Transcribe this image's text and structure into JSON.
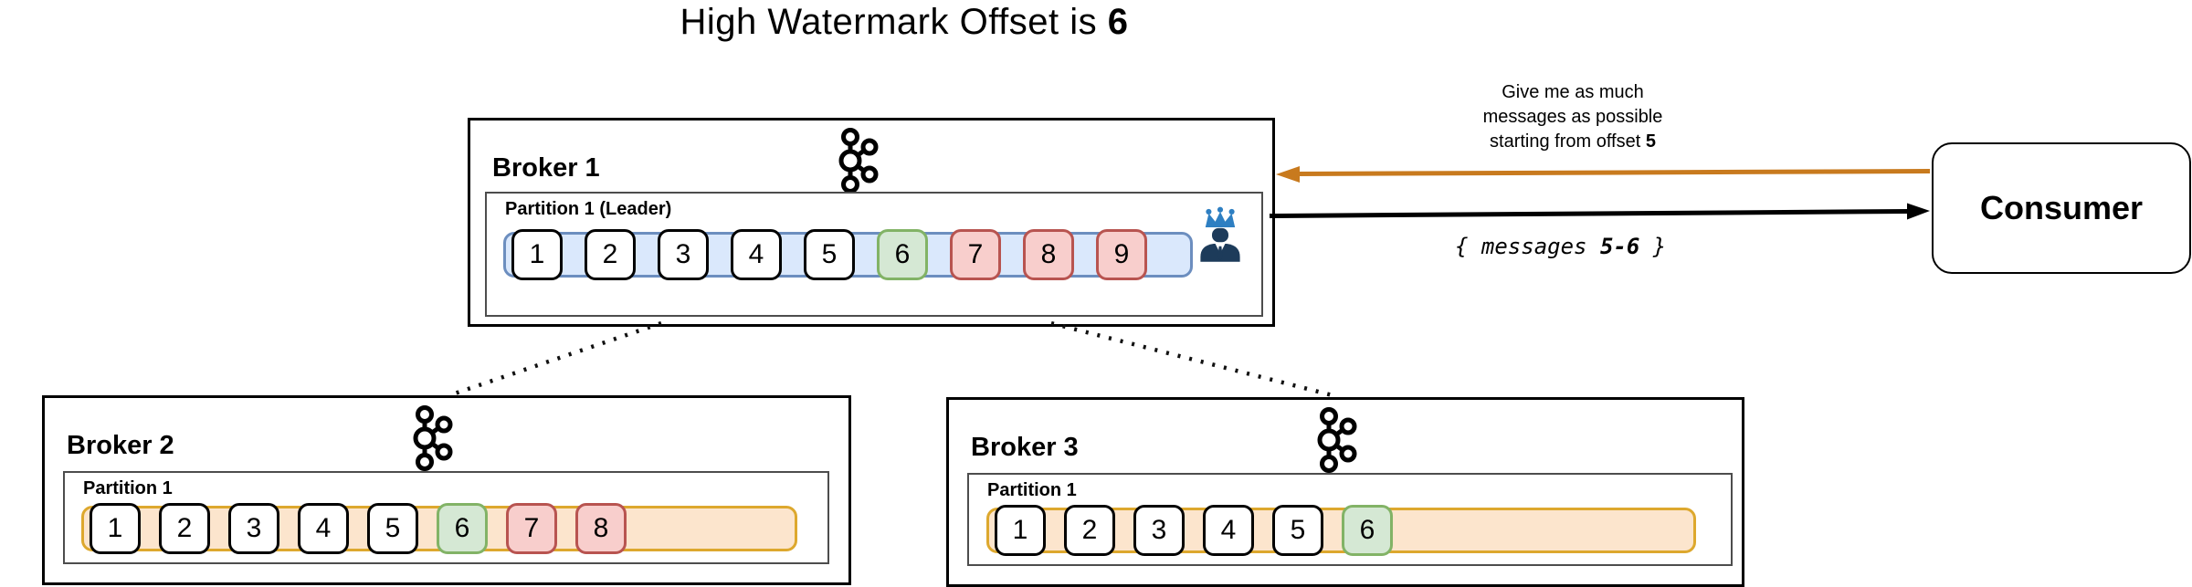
{
  "title": {
    "prefix": "High Watermark Offset is",
    "bold": "6"
  },
  "broker1": {
    "label": "Broker 1",
    "partition_label": "Partition 1 (Leader)",
    "icons": {
      "logo": "kafka-logo",
      "leader": "crowned-leader-person"
    },
    "messages": [
      {
        "value": "1",
        "state": "plain"
      },
      {
        "value": "2",
        "state": "plain"
      },
      {
        "value": "3",
        "state": "plain"
      },
      {
        "value": "4",
        "state": "plain"
      },
      {
        "value": "5",
        "state": "plain"
      },
      {
        "value": "6",
        "state": "high-watermark"
      },
      {
        "value": "7",
        "state": "pending"
      },
      {
        "value": "8",
        "state": "pending"
      },
      {
        "value": "9",
        "state": "pending"
      }
    ]
  },
  "broker2": {
    "label": "Broker 2",
    "partition_label": "Partition 1",
    "icons": {
      "logo": "kafka-logo"
    },
    "messages": [
      {
        "value": "1",
        "state": "plain"
      },
      {
        "value": "2",
        "state": "plain"
      },
      {
        "value": "3",
        "state": "plain"
      },
      {
        "value": "4",
        "state": "plain"
      },
      {
        "value": "5",
        "state": "plain"
      },
      {
        "value": "6",
        "state": "high-watermark"
      },
      {
        "value": "7",
        "state": "pending"
      },
      {
        "value": "8",
        "state": "pending"
      }
    ]
  },
  "broker3": {
    "label": "Broker 3",
    "partition_label": "Partition 1",
    "icons": {
      "logo": "kafka-logo"
    },
    "messages": [
      {
        "value": "1",
        "state": "plain"
      },
      {
        "value": "2",
        "state": "plain"
      },
      {
        "value": "3",
        "state": "plain"
      },
      {
        "value": "4",
        "state": "plain"
      },
      {
        "value": "5",
        "state": "plain"
      },
      {
        "value": "6",
        "state": "high-watermark"
      }
    ]
  },
  "consumer": {
    "label": "Consumer"
  },
  "request_arrow": {
    "line1": "Give me as much",
    "line2": "messages as possible",
    "line3": "starting from offset",
    "line3_bold": "5",
    "color": "#c87a1e"
  },
  "response_arrow": {
    "prefix": "{ messages",
    "bold": "5-6",
    "suffix": "}",
    "color": "#000000"
  },
  "palette": {
    "replicated_fill": "#ffffff",
    "replicated_border": "#000000",
    "high_watermark_fill": "#d5e8d4",
    "high_watermark_border": "#82b366",
    "pending_fill": "#f8cecc",
    "pending_border": "#b85450",
    "leader_strip_fill": "#dae8fc",
    "leader_strip_border": "#6c8ebf",
    "replica_strip_fill": "#fce5cd",
    "replica_strip_border": "#dda82e",
    "request_arrow": "#c87a1e",
    "response_arrow": "#000000",
    "crown_blue": "#2e7fc2",
    "person_navy": "#1d3b5a"
  }
}
